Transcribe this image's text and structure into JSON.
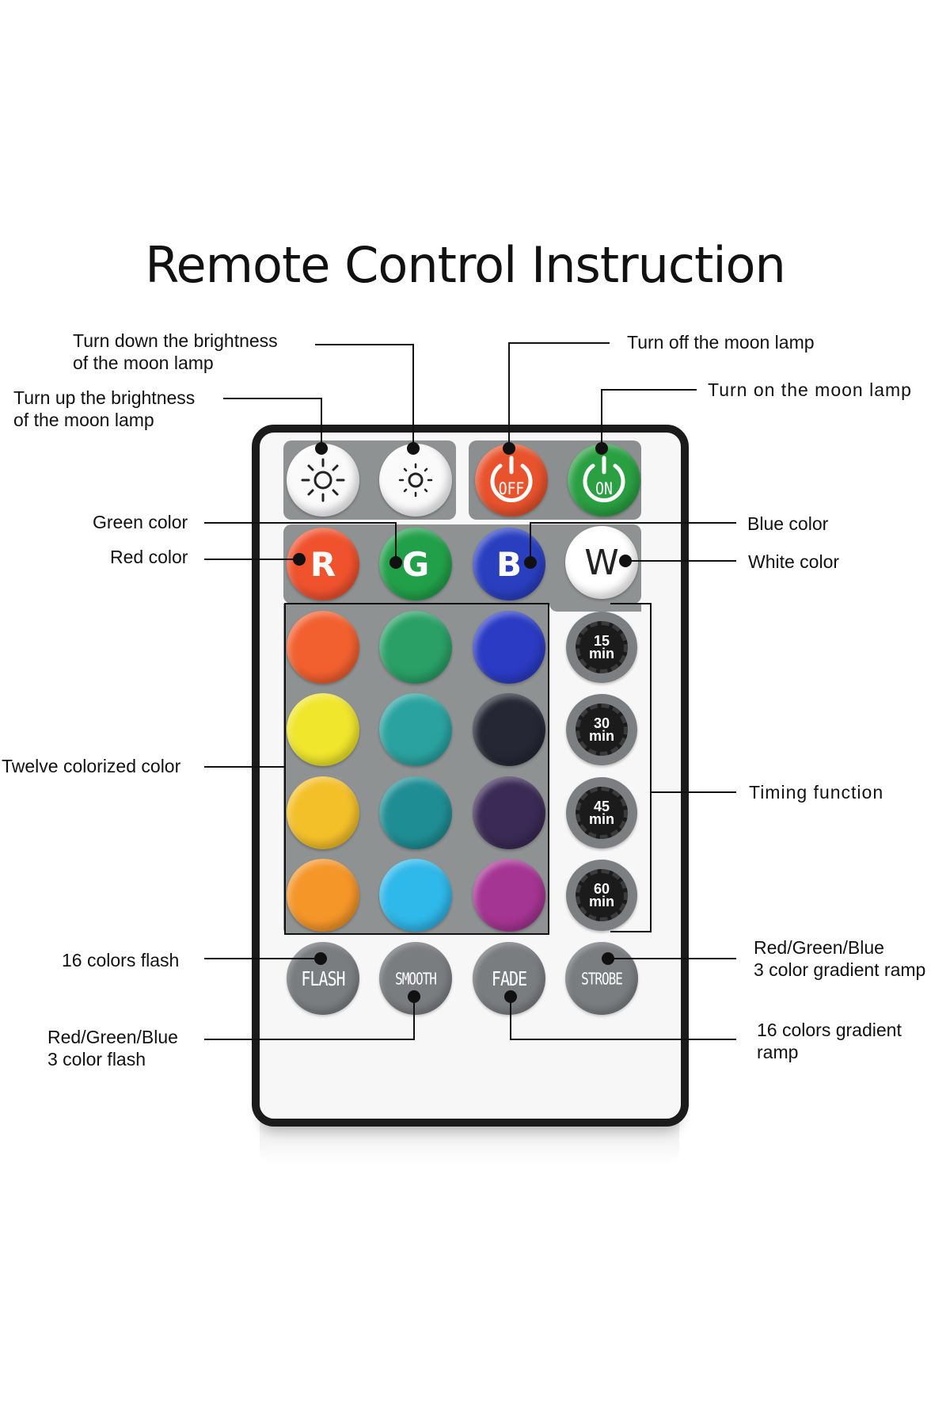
{
  "title": "Remote Control Instruction",
  "labels": {
    "brightness_down": [
      "Turn down the brightness",
      "of the moon lamp"
    ],
    "brightness_up": [
      "Turn up the brightness",
      "of the moon lamp"
    ],
    "off": "Turn off the moon lamp",
    "on": "Turn on the moon lamp",
    "green": "Green color",
    "red": "Red color",
    "blue": "Blue color",
    "white": "White color",
    "twelve": "Twelve colorized color",
    "timing": "Timing function",
    "flash16": "16 colors flash",
    "rgb_flash": [
      "Red/Green/Blue",
      "3 color flash"
    ],
    "rgb_ramp": [
      "Red/Green/Blue",
      "3 color gradient ramp"
    ],
    "ramp16": [
      "16 colors gradient",
      "ramp"
    ]
  },
  "buttons": {
    "off": "OFF",
    "on": "ON",
    "r": "R",
    "g": "G",
    "b": "B",
    "w": "W",
    "timers": [
      {
        "num": "15",
        "unit": "min"
      },
      {
        "num": "30",
        "unit": "min"
      },
      {
        "num": "45",
        "unit": "min"
      },
      {
        "num": "60",
        "unit": "min"
      }
    ],
    "functions": [
      "FLASH",
      "SMOOTH",
      "FADE",
      "STROBE"
    ]
  },
  "colors": {
    "off": "#e8532d",
    "on": "#2aa042",
    "r": "#f0522e",
    "g": "#22a049",
    "b": "#2a3fc0",
    "w": "#ffffff",
    "grid": [
      "#f2602f",
      "#2aa066",
      "#2b3bc4",
      "#f0e62c",
      "#2aa3a0",
      "#252734",
      "#f4c02a",
      "#1f8e94",
      "#3a2a55",
      "#f59629",
      "#2fb8ea",
      "#a53593"
    ],
    "panel": "#8f9293",
    "function_button": "#7a7d80"
  }
}
